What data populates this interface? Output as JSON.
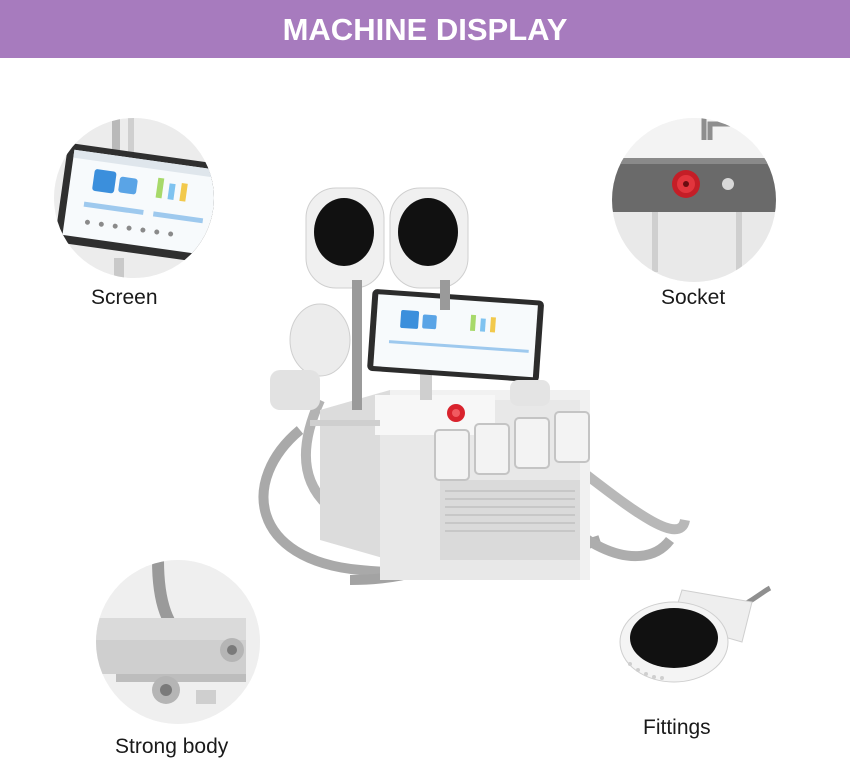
{
  "header": {
    "title": "MACHINE DISPLAY",
    "background": "#a77bbe"
  },
  "features": [
    {
      "label": "Screen",
      "icon": "screen-closeup"
    },
    {
      "label": "Socket",
      "icon": "socket-closeup"
    },
    {
      "label": "Strong body",
      "icon": "wheel-base-closeup"
    },
    {
      "label": "Fittings",
      "icon": "handpiece"
    }
  ],
  "colors": {
    "accent": "#a77bbe",
    "socket_red": "#d9232d"
  }
}
